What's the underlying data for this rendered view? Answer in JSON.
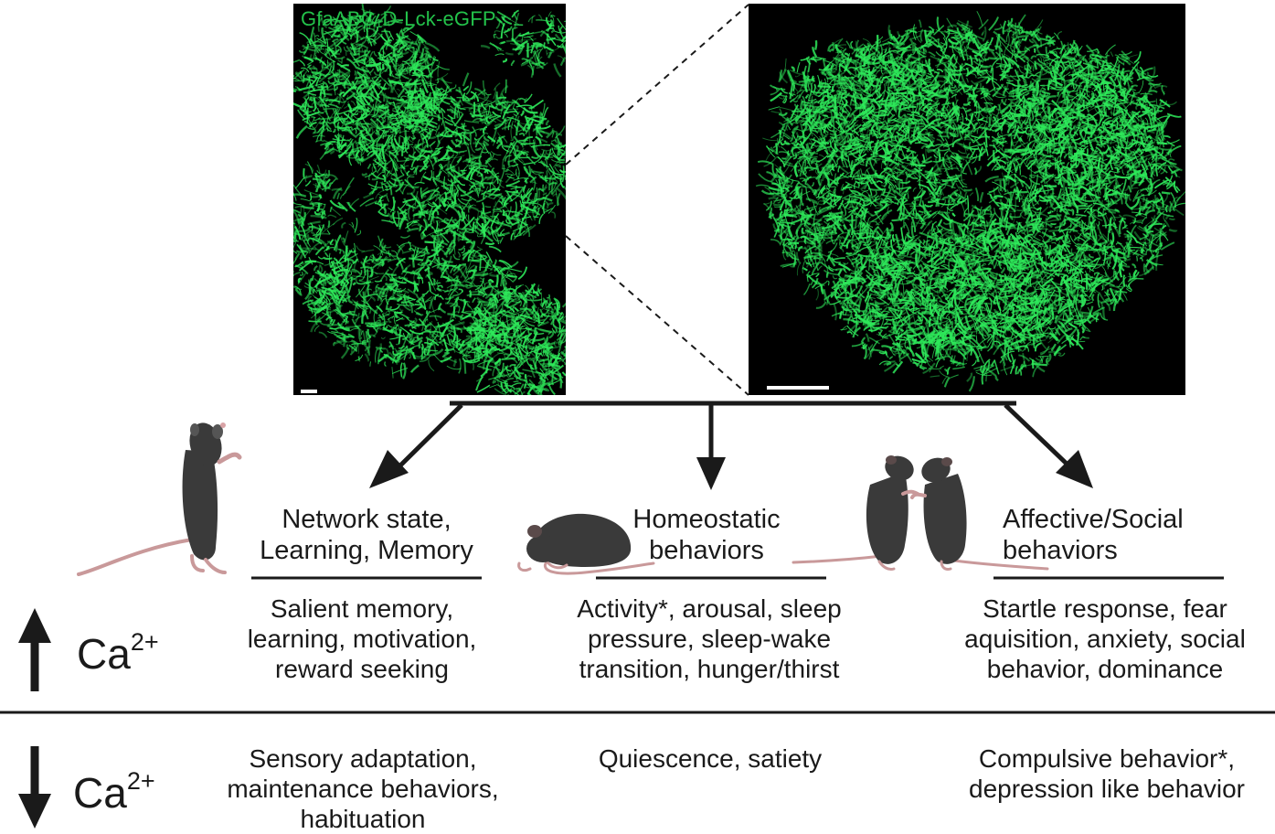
{
  "micrograph": {
    "label": "GfaABC₁D-Lck-eGFP",
    "fluorescence_color": "#2ee85a"
  },
  "headings": [
    {
      "lines": [
        "Network state,",
        "Learning, Memory"
      ]
    },
    {
      "lines": [
        "Homeostatic",
        "behaviors"
      ]
    },
    {
      "lines": [
        "Affective/Social",
        "behaviors"
      ]
    }
  ],
  "increase_row": {
    "direction": "up-arrow",
    "symbol": "Ca",
    "superscript": "2+",
    "effects": [
      [
        "Salient memory,",
        "learning, motivation,",
        "reward seeking"
      ],
      [
        "Activity*, arousal, sleep",
        "pressure, sleep-wake",
        "transition, hunger/thirst"
      ],
      [
        "Startle response, fear",
        "aquisition, anxiety, social",
        "behavior, dominance"
      ]
    ]
  },
  "decrease_row": {
    "direction": "down-arrow",
    "symbol": "Ca",
    "superscript": "2+",
    "effects": [
      [
        "Sensory adaptation,",
        "maintenance behaviors,",
        "habituation"
      ],
      [
        "Quiescence, satiety"
      ],
      [
        "Compulsive behavior*,",
        "depression like behavior"
      ]
    ]
  },
  "colors": {
    "mouse_body": "#3a3a3a",
    "mouse_tail": "#c9999a",
    "line": "#1a1a1a"
  }
}
